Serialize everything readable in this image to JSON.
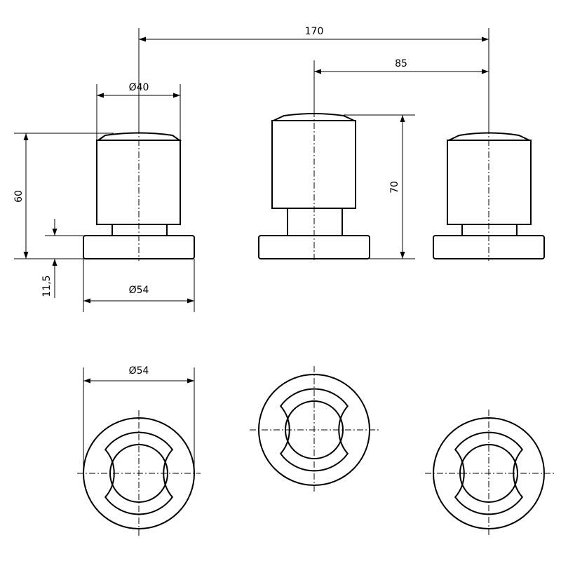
{
  "dimensions": {
    "overall_spacing": "170",
    "half_spacing": "85",
    "handle_diameter": "Ø40",
    "side_height": "60",
    "center_height": "70",
    "base_thickness": "11,5",
    "base_diameter_front": "Ø54",
    "base_diameter_top": "Ø54"
  },
  "colors": {
    "line": "#000000",
    "background": "#ffffff"
  }
}
